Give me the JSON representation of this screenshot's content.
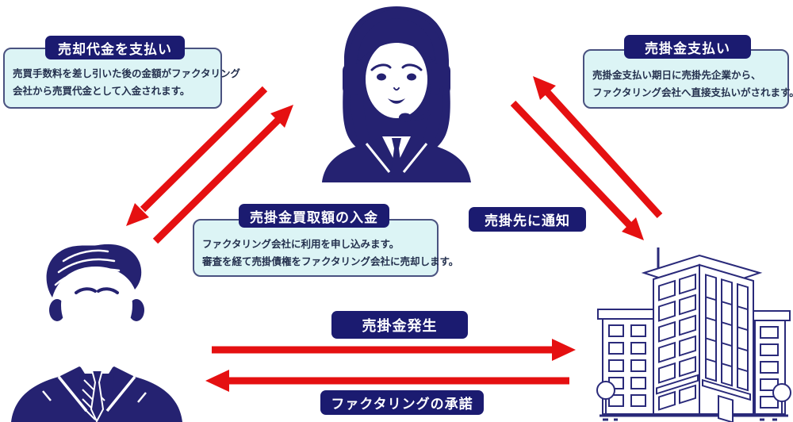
{
  "colors": {
    "navy": "#1b1b70",
    "illustration_navy": "#252271",
    "red": "#e51011",
    "panel_bg": "#dcf4f5",
    "panel_border": "#4a5280",
    "body_text": "#24304e",
    "background": "#ffffff"
  },
  "boxes": {
    "sale_payment": {
      "header": "売却代金を支払い",
      "body": [
        "売買手数料を差し引いた後の金額がファクタリング",
        "会社から売買代金として入金されます。"
      ]
    },
    "receivable_payment": {
      "header": "売掛金支払い",
      "body": [
        "売掛金支払い期日に売掛先企業から、",
        "ファクタリング会社へ直接支払いがされます。"
      ]
    },
    "purchase_deposit": {
      "header": "売掛金買取額の入金",
      "body": [
        "ファクタリング会社に利用を申し込みます。",
        "審査を経て売掛債権をファクタリング会社に売却します。"
      ]
    }
  },
  "labels": {
    "notify_debtor": "売掛先に通知",
    "receivable_arises": "売掛金発生",
    "factoring_consent": "ファクタリングの承諾"
  },
  "icons": {
    "operator": "female-operator-icon",
    "client": "businessman-icon",
    "debtor": "office-building-icon"
  }
}
